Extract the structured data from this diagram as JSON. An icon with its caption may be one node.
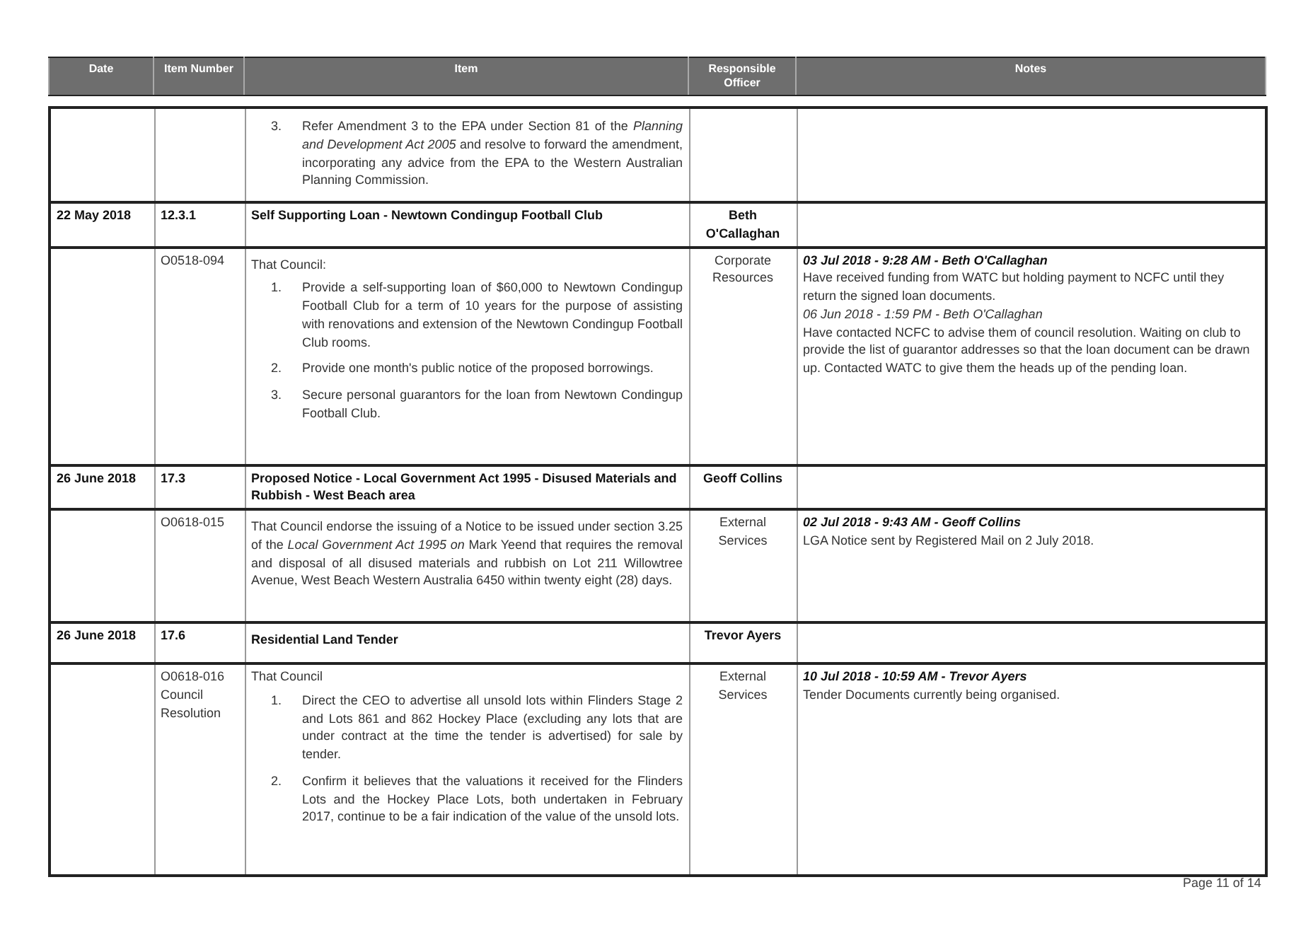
{
  "diagram": {
    "labels": [
      "Date",
      "Item Number",
      "Item",
      "Responsible Officer",
      "Notes",
      "3.",
      "Refer Amendment 3 to the EPA under Section 81 of the *Planning and Development Act 2005* and resolve to forward the amendment, incorporating any advice from the EPA to the Western Australian Planning Commission.",
      "22 May 2018",
      "12.3.1",
      "Self Supporting Loan - Newtown Condingup Football Club",
      "Beth O'Callaghan",
      "O0518-094",
      "That Council:",
      "1.",
      "Provide a self-supporting loan of $60,000 to Newtown Condingup Football Club for a term of 10 years for the purpose of assisting with renovations and extension of the Newtown Condingup Football Club rooms.",
      "2.",
      "Provide one month's public notice of the proposed borrowings.",
      "3.",
      "Secure personal guarantors for the loan from Newtown Condingup Football Club.",
      "Corporate Resources",
      "03 Jul 2018 - 9:28 AM - Beth O'Callaghan",
      "Have received funding from WATC but holding payment to NCFC until they return the signed loan documents.",
      "06 Jun 2018 - 1:59 PM - Beth O'Callaghan",
      "Have contacted NCFC to advise them of council resolution. Waiting on club to provide the list of guarantor addresses so that the loan document can be drawn up.  Contacted WATC to give them the heads up of the pending loan.",
      "26 June 2018",
      "17.3",
      "Proposed Notice - Local Government Act 1995 - Disused Materials and Rubbish - West Beach area",
      "Geoff Collins",
      "O0618-015",
      "That Council endorse the issuing of a Notice to be issued under section 3.25 of the *Local Government Act 1995 on* Mark Yeend that requires the removal and disposal of all disused materials and rubbish on Lot 211 Willowtree Avenue, West Beach Western Australia 6450 within twenty eight (28) days.",
      "External Services",
      "02 Jul 2018 - 9:43 AM - Geoff Collins",
      "LGA Notice sent by Registered Mail on 2 July 2018.",
      "26 June 2018",
      "17.6",
      "Residential Land Tender",
      "Trevor Ayers",
      "O0618-016",
      "Council Resolution",
      "That Council",
      "1.",
      "Direct the CEO to advertise all unsold lots within Flinders Stage 2 and Lots 861 and 862 Hockey Place (excluding any lots that are under contract at the time the tender is advertised) for sale by tender.",
      "2.",
      "Confirm it believes that the valuations it received for the Flinders Lots and the Hockey Place Lots, both undertaken in February 2017, continue to be a fair indication of the value of the unsold lots.",
      "External Services",
      "10 Jul 2018 - 10:59 AM - Trevor Ayers",
      "Tender Documents currently being organised.",
      "Page 11 of 14"
    ]
  }
}
